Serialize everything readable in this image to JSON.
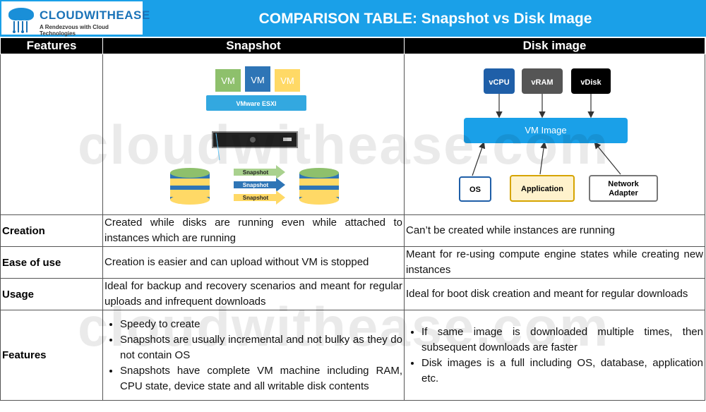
{
  "brand": {
    "name": "CLOUDWITHEASE",
    "tagline": "A Rendezvous with Cloud Technologies"
  },
  "title": "COMPARISON TABLE: Snapshot vs Disk Image",
  "watermark": "cloudwithease.com",
  "columns": [
    "Features",
    "Snapshot",
    "Disk image"
  ],
  "snapshot_diagram": {
    "vms": [
      "VM",
      "VM",
      "VM"
    ],
    "hypervisor": "VMware ESXI",
    "arrows": [
      "Snapshot",
      "Snapshot",
      "Snapshot"
    ]
  },
  "disk_diagram": {
    "top": [
      "vCPU",
      "vRAM",
      "vDisk"
    ],
    "center": "VM Image",
    "bottom": [
      "OS",
      "Application",
      "Network Adapter"
    ]
  },
  "rows": [
    {
      "label": "Creation",
      "snapshot": "Created while disks are running even while attached to instances which are running",
      "disk": "Can’t be created while instances are running"
    },
    {
      "label": "Ease of use",
      "snapshot": "Creation is easier and can upload without VM is stopped",
      "disk": "Meant for re-using compute engine states while creating new instances"
    },
    {
      "label": "Usage",
      "snapshot": "Ideal for backup and recovery scenarios and meant for regular uploads and infrequent downloads",
      "disk": "Ideal for boot disk creation and meant for regular downloads"
    },
    {
      "label": "Features",
      "snapshot_bullets": [
        "Speedy to create",
        "Snapshots are usually incremental and not bulky as they do not contain OS",
        "Snapshots have complete VM machine including RAM, CPU state, device state and all writable disk contents"
      ],
      "disk_bullets": [
        "If same image is downloaded multiple times, then subsequent downloads are faster",
        "Disk images is a full including OS, database, application etc."
      ]
    }
  ],
  "colors": {
    "header": "#1aa0e8",
    "table_header": "#000000",
    "vm_green": "#8ec06c",
    "vm_blue": "#2e75b6",
    "vm_yellow": "#ffd966",
    "esxi": "#33a8e0"
  }
}
